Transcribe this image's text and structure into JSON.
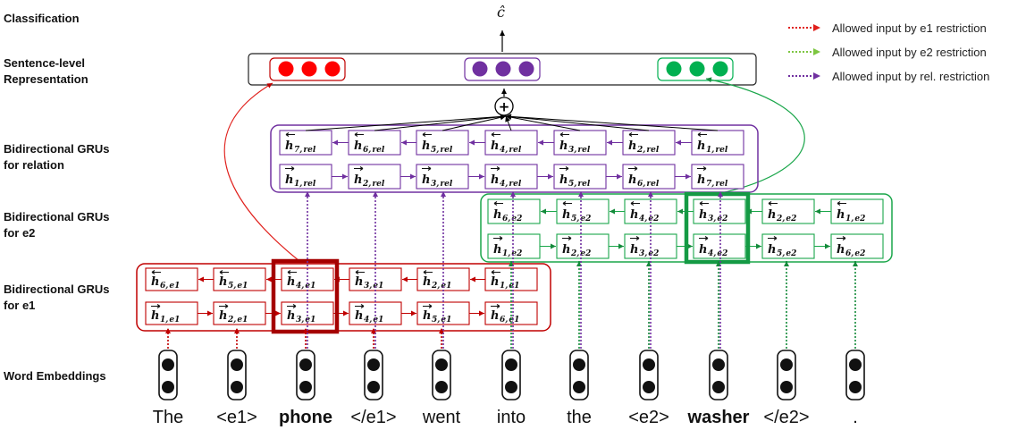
{
  "labels": {
    "classification": "Classification",
    "sentence_level_1": "Sentence-level",
    "sentence_level_2": "Representation",
    "rel_1": "Bidirectional GRUs",
    "rel_2": "for relation",
    "e2_1": "Bidirectional GRUs",
    "e2_2": "for e2",
    "e1_1": "Bidirectional GRUs",
    "e1_2": "for e1",
    "embeddings": "Word Embeddings"
  },
  "output_symbol": "ĉ",
  "plus_symbol": "+",
  "legend": [
    {
      "text": "Allowed input by e1 restriction",
      "color": "#e0201c"
    },
    {
      "text": "Allowed input by e2 restriction",
      "color": "#7dc641"
    },
    {
      "text": "Allowed input by rel. restriction",
      "color": "#7030a0"
    }
  ],
  "words": [
    "The",
    "<e1>",
    "phone",
    "</e1>",
    "went",
    "into",
    "the",
    "<e2>",
    "washer",
    "</e2>",
    "."
  ],
  "bold_words": [
    "phone",
    "washer"
  ],
  "colors": {
    "e1": "#c00000",
    "e1_arrow": "#c00000",
    "e2": "#1aa64a",
    "e2_arrow": "#138a3a",
    "rel": "#7030a0",
    "sentence_e1": "#ff0000",
    "sentence_rel": "#7030a0",
    "sentence_e2": "#00b050",
    "embed_fill": "#111111"
  },
  "e1_cells": {
    "backward": [
      {
        "n": "6",
        "s": "e1"
      },
      {
        "n": "5",
        "s": "e1"
      },
      {
        "n": "4",
        "s": "e1"
      },
      {
        "n": "3",
        "s": "e1"
      },
      {
        "n": "2",
        "s": "e1"
      },
      {
        "n": "1",
        "s": "e1"
      }
    ],
    "forward": [
      {
        "n": "1",
        "s": "e1"
      },
      {
        "n": "2",
        "s": "e1"
      },
      {
        "n": "3",
        "s": "e1"
      },
      {
        "n": "4",
        "s": "e1"
      },
      {
        "n": "5",
        "s": "e1"
      },
      {
        "n": "6",
        "s": "e1"
      }
    ]
  },
  "e2_cells": {
    "backward": [
      {
        "n": "6",
        "s": "e2"
      },
      {
        "n": "5",
        "s": "e2"
      },
      {
        "n": "4",
        "s": "e2"
      },
      {
        "n": "3",
        "s": "e2"
      },
      {
        "n": "2",
        "s": "e2"
      },
      {
        "n": "1",
        "s": "e2"
      }
    ],
    "forward": [
      {
        "n": "1",
        "s": "e2"
      },
      {
        "n": "2",
        "s": "e2"
      },
      {
        "n": "3",
        "s": "e2"
      },
      {
        "n": "4",
        "s": "e2"
      },
      {
        "n": "5",
        "s": "e2"
      },
      {
        "n": "6",
        "s": "e2"
      }
    ]
  },
  "rel_cells": {
    "backward": [
      {
        "n": "7",
        "s": "rel"
      },
      {
        "n": "6",
        "s": "rel"
      },
      {
        "n": "5",
        "s": "rel"
      },
      {
        "n": "4",
        "s": "rel"
      },
      {
        "n": "3",
        "s": "rel"
      },
      {
        "n": "2",
        "s": "rel"
      },
      {
        "n": "1",
        "s": "rel"
      }
    ],
    "forward": [
      {
        "n": "1",
        "s": "rel"
      },
      {
        "n": "2",
        "s": "rel"
      },
      {
        "n": "3",
        "s": "rel"
      },
      {
        "n": "4",
        "s": "rel"
      },
      {
        "n": "5",
        "s": "rel"
      },
      {
        "n": "6",
        "s": "rel"
      },
      {
        "n": "7",
        "s": "rel"
      }
    ]
  }
}
